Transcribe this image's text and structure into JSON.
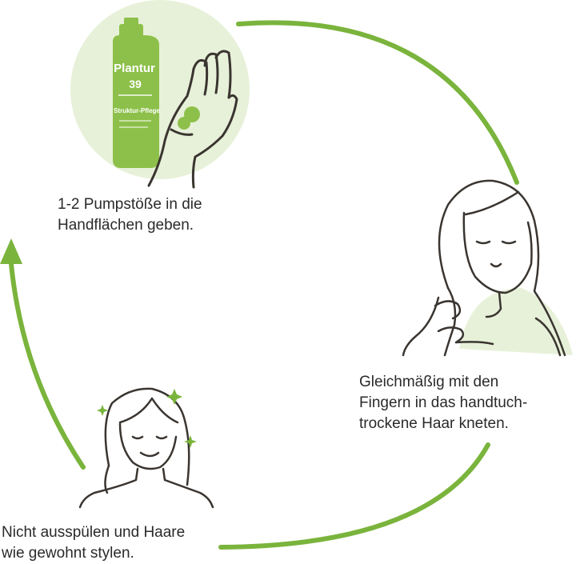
{
  "colors": {
    "arrow": "#7ab43c",
    "product_bg": "#e7f1d9",
    "bottle": "#8dc04a",
    "line_art": "#3a3530",
    "text": "#2a2a2a"
  },
  "product": {
    "brand": "Plantur",
    "number": "39",
    "label": "Struktur-Pflege"
  },
  "steps": [
    {
      "id": "step-1",
      "lines": [
        "1-2 Pumpstöße in die",
        "Handflächen geben."
      ],
      "illustration": "hand-with-bottle-icon"
    },
    {
      "id": "step-2",
      "lines": [
        "Gleichmäßig mit den",
        "Fingern in das handtuch-",
        "trockene Haar kneten."
      ],
      "illustration": "woman-kneading-hair-icon"
    },
    {
      "id": "step-3",
      "lines": [
        "Nicht ausspülen und Haare",
        "wie gewohnt stylen."
      ],
      "illustration": "woman-sparkle-icon"
    }
  ]
}
